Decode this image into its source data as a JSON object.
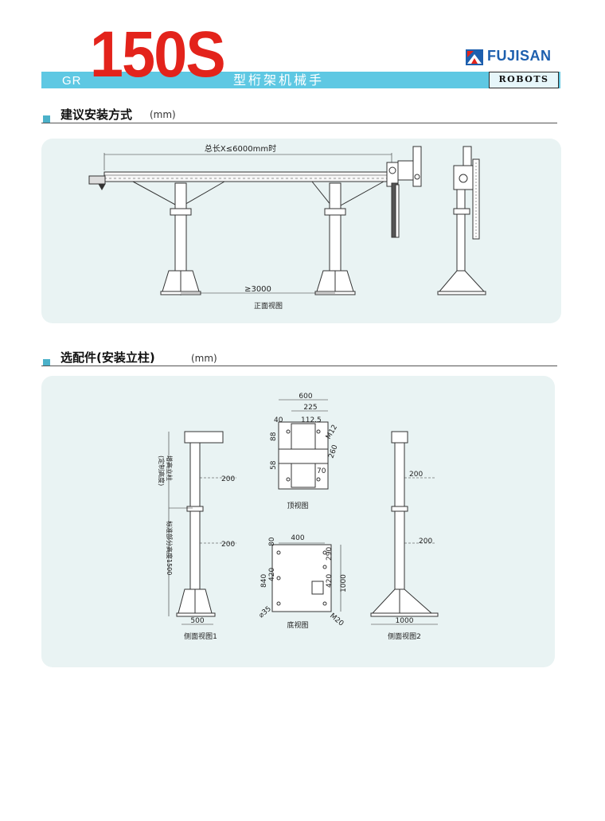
{
  "header": {
    "prefix": "GR",
    "model": "150S",
    "subtitle": "型桁架机械手",
    "brand": "FUJISAN",
    "tagline": "ROBOTS",
    "colors": {
      "bar": "#5ec8e3",
      "model": "#e3231b",
      "brand": "#1d5fae"
    }
  },
  "section1": {
    "title": "建议安装方式",
    "unit": "(mm)",
    "drawing": {
      "total_length_label": "总长X≤6000mm时",
      "span_label": "≥3000",
      "caption": "正面视图"
    }
  },
  "section2": {
    "title": "选配件(安装立柱)",
    "unit": "(mm)",
    "side1": {
      "raise_label": "增高立柱",
      "raise_note": "(定制高度)",
      "std_label": "标准部分高度1500",
      "dim_upper": "200",
      "dim_lower": "200",
      "base_width": "500",
      "caption": "侧面视图1"
    },
    "top": {
      "w600": "600",
      "w225": "225",
      "w40": "40",
      "w1125": "112.5",
      "h88": "88",
      "h58": "58",
      "m12": "M12",
      "d260": "260",
      "d70": "70",
      "caption": "顶视图"
    },
    "bottom": {
      "w400": "400",
      "w80": "80",
      "h420a": "420",
      "h840": "840",
      "h290": "290",
      "h420b": "420",
      "h1000": "1000",
      "dia35": "⌀35",
      "m20": "M20",
      "caption": "底视图"
    },
    "side2": {
      "dim_upper": "200",
      "dim_lower": "200",
      "base_width": "1000",
      "caption": "侧面视图2"
    }
  }
}
